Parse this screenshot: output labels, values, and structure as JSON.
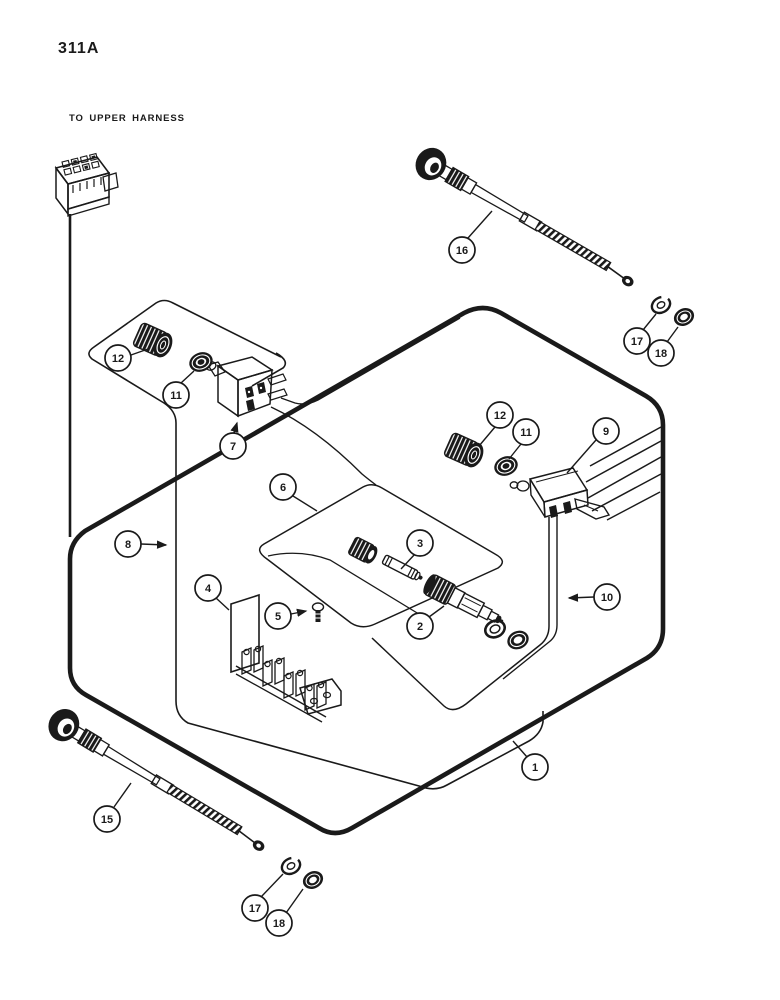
{
  "page": {
    "code": "311A"
  },
  "notes": {
    "upper_harness": "TO UPPER HARNESS"
  },
  "colors": {
    "ink": "#1a1a1a",
    "paper": "#ffffff"
  },
  "callouts": {
    "c1": {
      "num": "1",
      "part": "main-harness-outline"
    },
    "c2": {
      "num": "2",
      "part": "cigarette-lighter"
    },
    "c3": {
      "num": "3",
      "part": "fuse"
    },
    "c4": {
      "num": "4",
      "part": "mounting-bracket"
    },
    "c5": {
      "num": "5",
      "part": "screw"
    },
    "c6": {
      "num": "6",
      "part": "harness-loop"
    },
    "c7": {
      "num": "7",
      "part": "push-switch"
    },
    "c8": {
      "num": "8",
      "part": "harness-branch"
    },
    "c9": {
      "num": "9",
      "part": "switch"
    },
    "c10": {
      "num": "10",
      "part": "harness-branch"
    },
    "c11_left": {
      "num": "11",
      "part": "nut"
    },
    "c12_left": {
      "num": "12",
      "part": "knob"
    },
    "c11_right": {
      "num": "11",
      "part": "nut"
    },
    "c12_right": {
      "num": "12",
      "part": "knob"
    },
    "c15": {
      "num": "15",
      "part": "choke-cable"
    },
    "c16": {
      "num": "16",
      "part": "choke-cable"
    },
    "c17_top": {
      "num": "17",
      "part": "lock-washer"
    },
    "c18_top": {
      "num": "18",
      "part": "nut"
    },
    "c17_bottom": {
      "num": "17",
      "part": "lock-washer"
    },
    "c18_bottom": {
      "num": "18",
      "part": "nut"
    }
  }
}
